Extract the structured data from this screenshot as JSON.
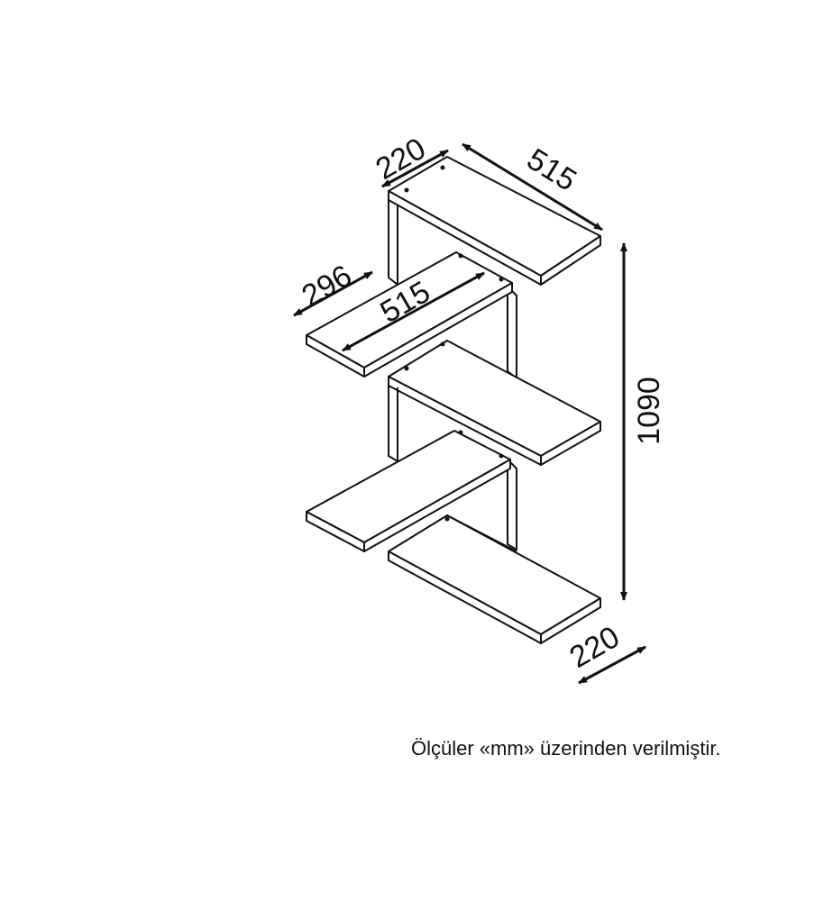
{
  "dimensions": {
    "top_depth": "220",
    "top_width": "515",
    "left_depth": "296",
    "left_width": "515",
    "height": "1090",
    "bottom_depth": "220"
  },
  "note": "Ölçüler «mm» üzerinden verilmiştir.",
  "colors": {
    "line": "#111111",
    "background": "#ffffff"
  }
}
